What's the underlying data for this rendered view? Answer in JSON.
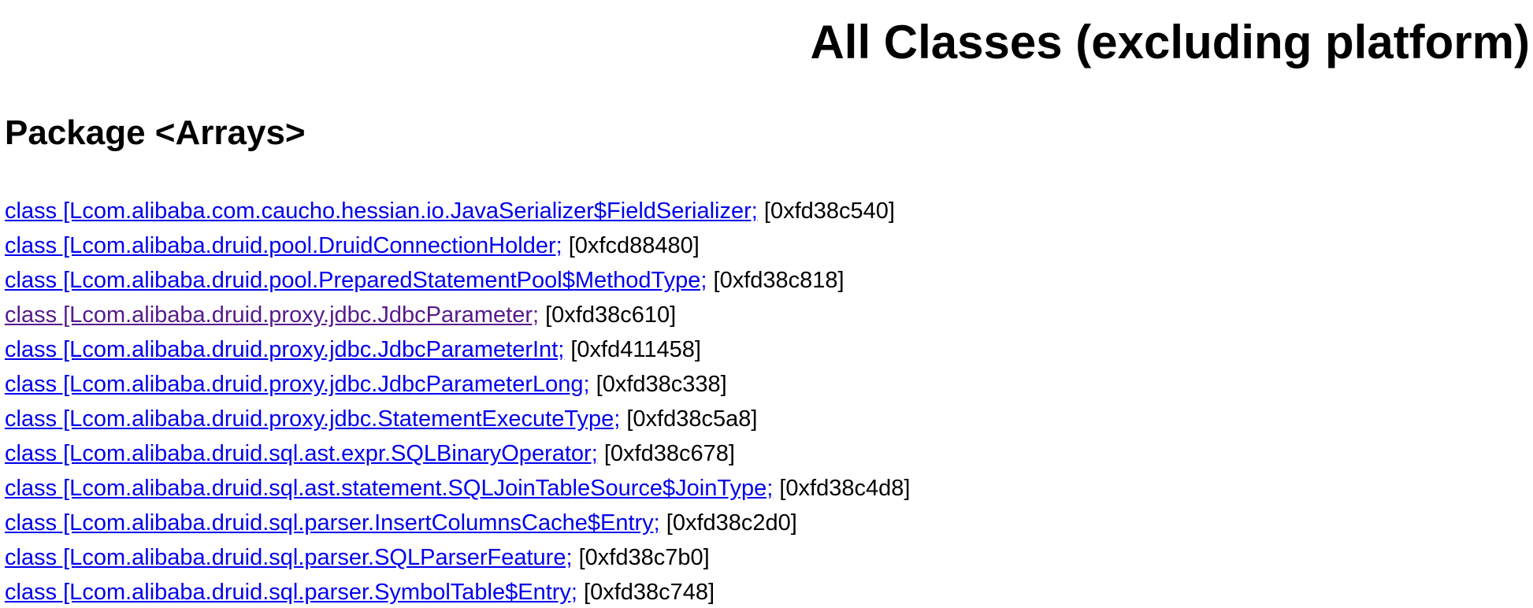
{
  "page": {
    "title": "All Classes (excluding platform)"
  },
  "package": {
    "heading": "Package <Arrays>"
  },
  "colors": {
    "link": "#0000ee",
    "visited_link": "#551a8b",
    "text": "#000000"
  },
  "classes": [
    {
      "link": "class [Lcom.alibaba.com.caucho.hessian.io.JavaSerializer$FieldSerializer;",
      "addr": "[0xfd38c540]",
      "visited": false
    },
    {
      "link": "class [Lcom.alibaba.druid.pool.DruidConnectionHolder;",
      "addr": "[0xfcd88480]",
      "visited": false
    },
    {
      "link": "class [Lcom.alibaba.druid.pool.PreparedStatementPool$MethodType;",
      "addr": "[0xfd38c818]",
      "visited": false
    },
    {
      "link": "class [Lcom.alibaba.druid.proxy.jdbc.JdbcParameter;",
      "addr": "[0xfd38c610]",
      "visited": true
    },
    {
      "link": "class [Lcom.alibaba.druid.proxy.jdbc.JdbcParameterInt;",
      "addr": "[0xfd411458]",
      "visited": false
    },
    {
      "link": "class [Lcom.alibaba.druid.proxy.jdbc.JdbcParameterLong;",
      "addr": "[0xfd38c338]",
      "visited": false
    },
    {
      "link": "class [Lcom.alibaba.druid.proxy.jdbc.StatementExecuteType;",
      "addr": "[0xfd38c5a8]",
      "visited": false
    },
    {
      "link": "class [Lcom.alibaba.druid.sql.ast.expr.SQLBinaryOperator;",
      "addr": "[0xfd38c678]",
      "visited": false
    },
    {
      "link": "class [Lcom.alibaba.druid.sql.ast.statement.SQLJoinTableSource$JoinType;",
      "addr": "[0xfd38c4d8]",
      "visited": false
    },
    {
      "link": "class [Lcom.alibaba.druid.sql.parser.InsertColumnsCache$Entry;",
      "addr": "[0xfd38c2d0]",
      "visited": false
    },
    {
      "link": "class [Lcom.alibaba.druid.sql.parser.SQLParserFeature;",
      "addr": "[0xfd38c7b0]",
      "visited": false
    },
    {
      "link": "class [Lcom.alibaba.druid.sql.parser.SymbolTable$Entry;",
      "addr": "[0xfd38c748]",
      "visited": false
    }
  ]
}
